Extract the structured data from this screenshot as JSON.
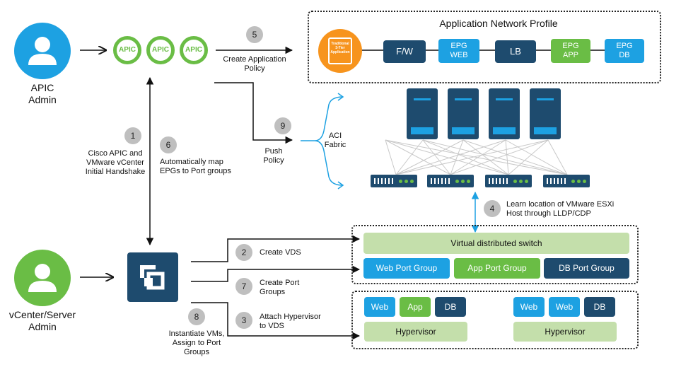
{
  "roles": {
    "apic_admin": "APIC\nAdmin",
    "vcenter_admin": "vCenter/Server\nAdmin"
  },
  "apic_nodes": [
    "APIC",
    "APIC",
    "APIC"
  ],
  "steps": {
    "s1": {
      "num": "1",
      "text": "Cisco APIC and\nVMware vCenter\nInitial Handshake"
    },
    "s2": {
      "num": "2",
      "text": "Create VDS"
    },
    "s3": {
      "num": "3",
      "text": "Attach Hypervisor\nto VDS"
    },
    "s4": {
      "num": "4",
      "text": "Learn location of VMware ESXi\nHost through LLDP/CDP"
    },
    "s5": {
      "num": "5",
      "text": "Create Application\nPolicy"
    },
    "s6": {
      "num": "6",
      "text": "Automatically map\nEPGs to Port groups"
    },
    "s7": {
      "num": "7",
      "text": "Create Port\nGroups"
    },
    "s8": {
      "num": "8",
      "text": "Instantiate VMs,\nAssign to Port\nGroups"
    },
    "s9": {
      "num": "9",
      "text": "Push\nPolicy"
    }
  },
  "anp": {
    "title": "Application Network Profile",
    "app_badge": "Traditional\n3-Tier\nApplication",
    "chain": [
      {
        "label": "F/W",
        "color": "navy"
      },
      {
        "label": "EPG\nWEB",
        "color": "blue"
      },
      {
        "label": "LB",
        "color": "navy"
      },
      {
        "label": "EPG\nAPP",
        "color": "green"
      },
      {
        "label": "EPG\nDB",
        "color": "blue"
      }
    ]
  },
  "fabric_label": "ACI\nFabric",
  "vds": {
    "title": "Virtual distributed switch",
    "port_groups": [
      "Web Port Group",
      "App Port Group",
      "DB Port Group"
    ]
  },
  "hosts": [
    {
      "vms": [
        "Web",
        "App",
        "DB"
      ],
      "hypervisor": "Hypervisor"
    },
    {
      "vms": [
        "Web",
        "Web",
        "DB"
      ],
      "hypervisor": "Hypervisor"
    }
  ],
  "colors": {
    "navy": "#1e4b6e",
    "blue": "#1da1e2",
    "green": "#6abd45",
    "light_green": "#c4dfab",
    "orange": "#f7941d",
    "step_gray": "#bfbfbf"
  }
}
